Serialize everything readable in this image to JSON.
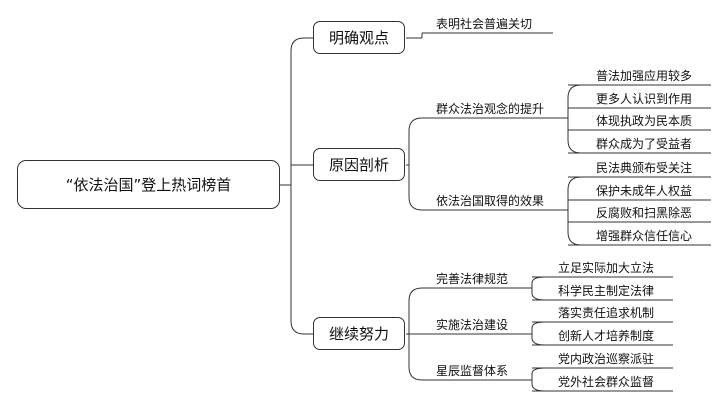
{
  "root": "“依法治国”登上热词榜首",
  "branches": [
    {
      "label": "明确观点",
      "leaf": "表明社会普遍关切"
    },
    {
      "label": "原因剖析",
      "groups": [
        {
          "label": "群众法治观念的提升",
          "items": [
            "普法加强应用较多",
            "更多人认识到作用",
            "体现执政为民本质",
            "群众成为了受益者"
          ]
        },
        {
          "label": "依法治国取得的效果",
          "items": [
            "民法典颁布受关注",
            "保护未成年人权益",
            "反腐败和扫黑除恶",
            "增强群众信任信心"
          ]
        }
      ]
    },
    {
      "label": "继续努力",
      "groups": [
        {
          "label": "完善法律规范",
          "items": [
            "立足实际加大立法",
            "科学民主制定法律"
          ]
        },
        {
          "label": "实施法治建设",
          "items": [
            "落实责任追求机制",
            "创新人才培养制度"
          ]
        },
        {
          "label": "星辰监督体系",
          "items": [
            "党内政治巡察派驻",
            "党外社会群众监督"
          ]
        }
      ]
    }
  ]
}
